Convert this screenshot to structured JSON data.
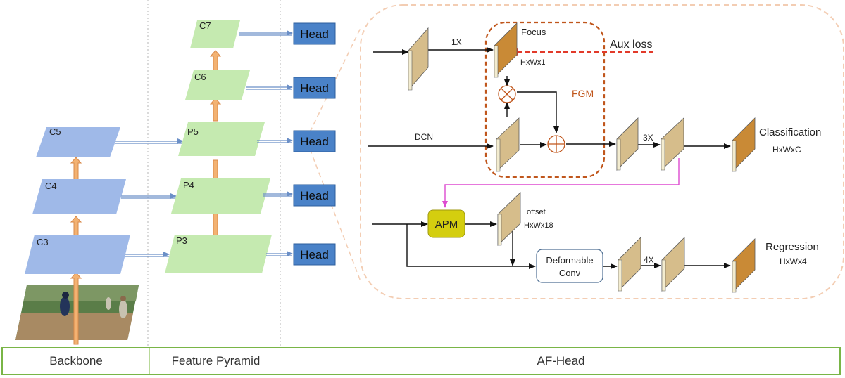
{
  "sections": {
    "backbone": "Backbone",
    "feature_pyramid": "Feature Pyramid",
    "af_head": "AF-Head"
  },
  "backbone_levels": [
    "C5",
    "C4",
    "C3"
  ],
  "pyramid_levels": [
    "C7",
    "C6",
    "P5",
    "P4",
    "P3"
  ],
  "head_label": "Head",
  "af_head": {
    "conv_1x_label": "1X",
    "focus_label": "Focus",
    "focus_shape": "HxWx1",
    "aux_loss": "Aux loss",
    "fgm": "FGM",
    "dcn": "DCN",
    "conv_3x_label": "3X",
    "classification": "Classification",
    "classification_shape": "HxWxC",
    "apm": "APM",
    "offset": "offset",
    "offset_shape": "HxWx18",
    "deformable_line1": "Deformable",
    "deformable_line2": "Conv",
    "conv_4x_label": "4X",
    "regression": "Regression",
    "regression_shape": "HxWx4"
  },
  "colors": {
    "backbone_fill": "#9fb9e8",
    "pyramid_fill": "#c5eab0",
    "head_fill": "#4a82c8",
    "up_arrow": "#f3b272",
    "conv_fill": "#d6bd8b",
    "conv_edge": "#f3eccf",
    "focus_fill": "#c98a36",
    "fgm_border": "#c0561c",
    "aux_arrow": "#e23a2a",
    "apm_fill": "#d4ce0f",
    "apm_arrow": "#dd4bd0",
    "frame": "#f3cdb3",
    "footer_border": "#79b546"
  }
}
